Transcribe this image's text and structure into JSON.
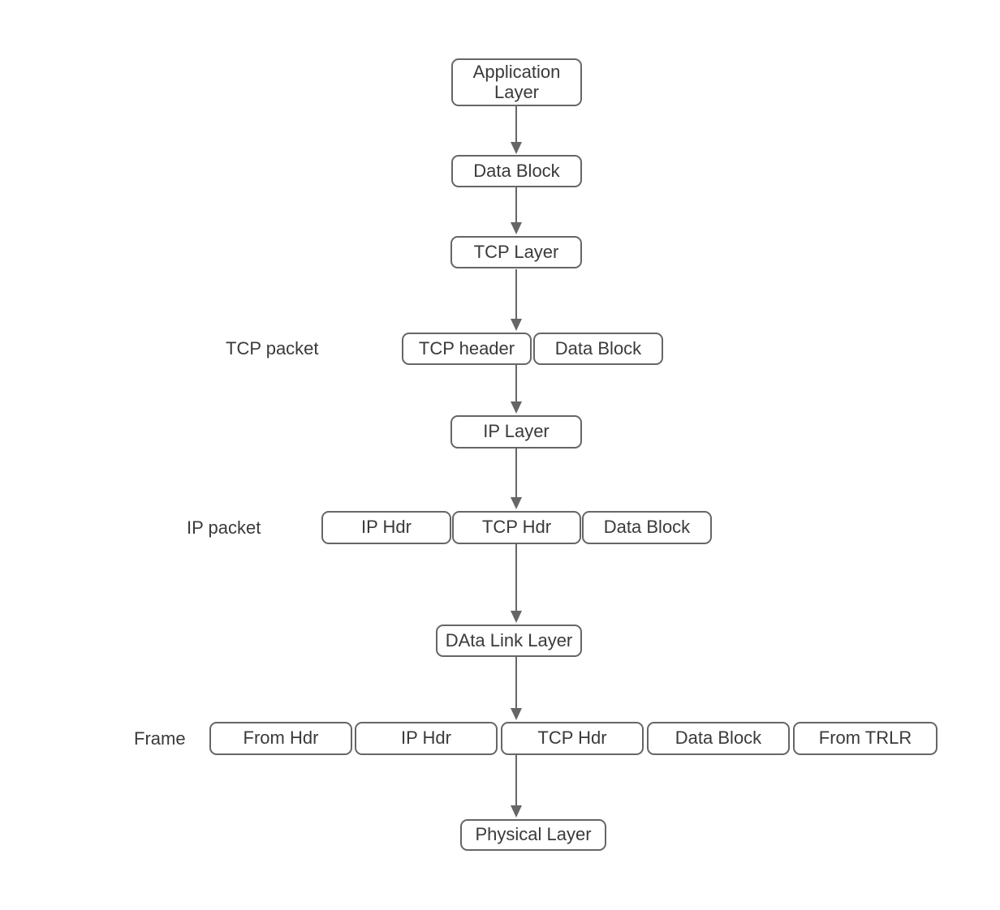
{
  "colors": {
    "border": "#666666",
    "text": "#3a3a3a",
    "arrow": "#666666",
    "background": "#ffffff"
  },
  "diagram": {
    "column_nodes": {
      "application_layer": {
        "label": "Application Layer"
      },
      "data_block": {
        "label": "Data Block"
      },
      "tcp_layer": {
        "label": "TCP Layer"
      },
      "ip_layer": {
        "label": "IP Layer"
      },
      "data_link_layer": {
        "label": "DAta Link Layer"
      },
      "physical_layer": {
        "label": "Physical Layer"
      }
    },
    "rows": {
      "tcp_packet": {
        "label": "TCP packet",
        "boxes": [
          "TCP header",
          "Data Block"
        ]
      },
      "ip_packet": {
        "label": "IP packet",
        "boxes": [
          "IP Hdr",
          "TCP Hdr",
          "Data Block"
        ]
      },
      "frame": {
        "label": "Frame",
        "boxes": [
          "From Hdr",
          "IP Hdr",
          "TCP Hdr",
          "Data Block",
          "From TRLR"
        ]
      }
    }
  }
}
